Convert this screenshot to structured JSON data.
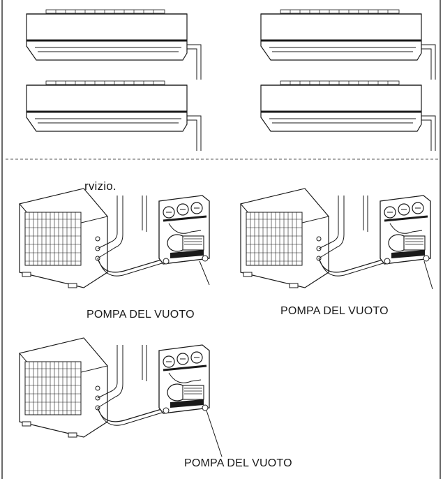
{
  "text_fragment": "rvizio.",
  "vacuum_pumps": [
    {
      "label": "POMPA DEL VUOTO"
    },
    {
      "label": "POMPA DEL VUOTO"
    },
    {
      "label": "POMPA DEL VUOTO"
    }
  ],
  "colors": {
    "line": "#1a1a1a",
    "background": "#ffffff",
    "dashed_separator": "#555555"
  }
}
